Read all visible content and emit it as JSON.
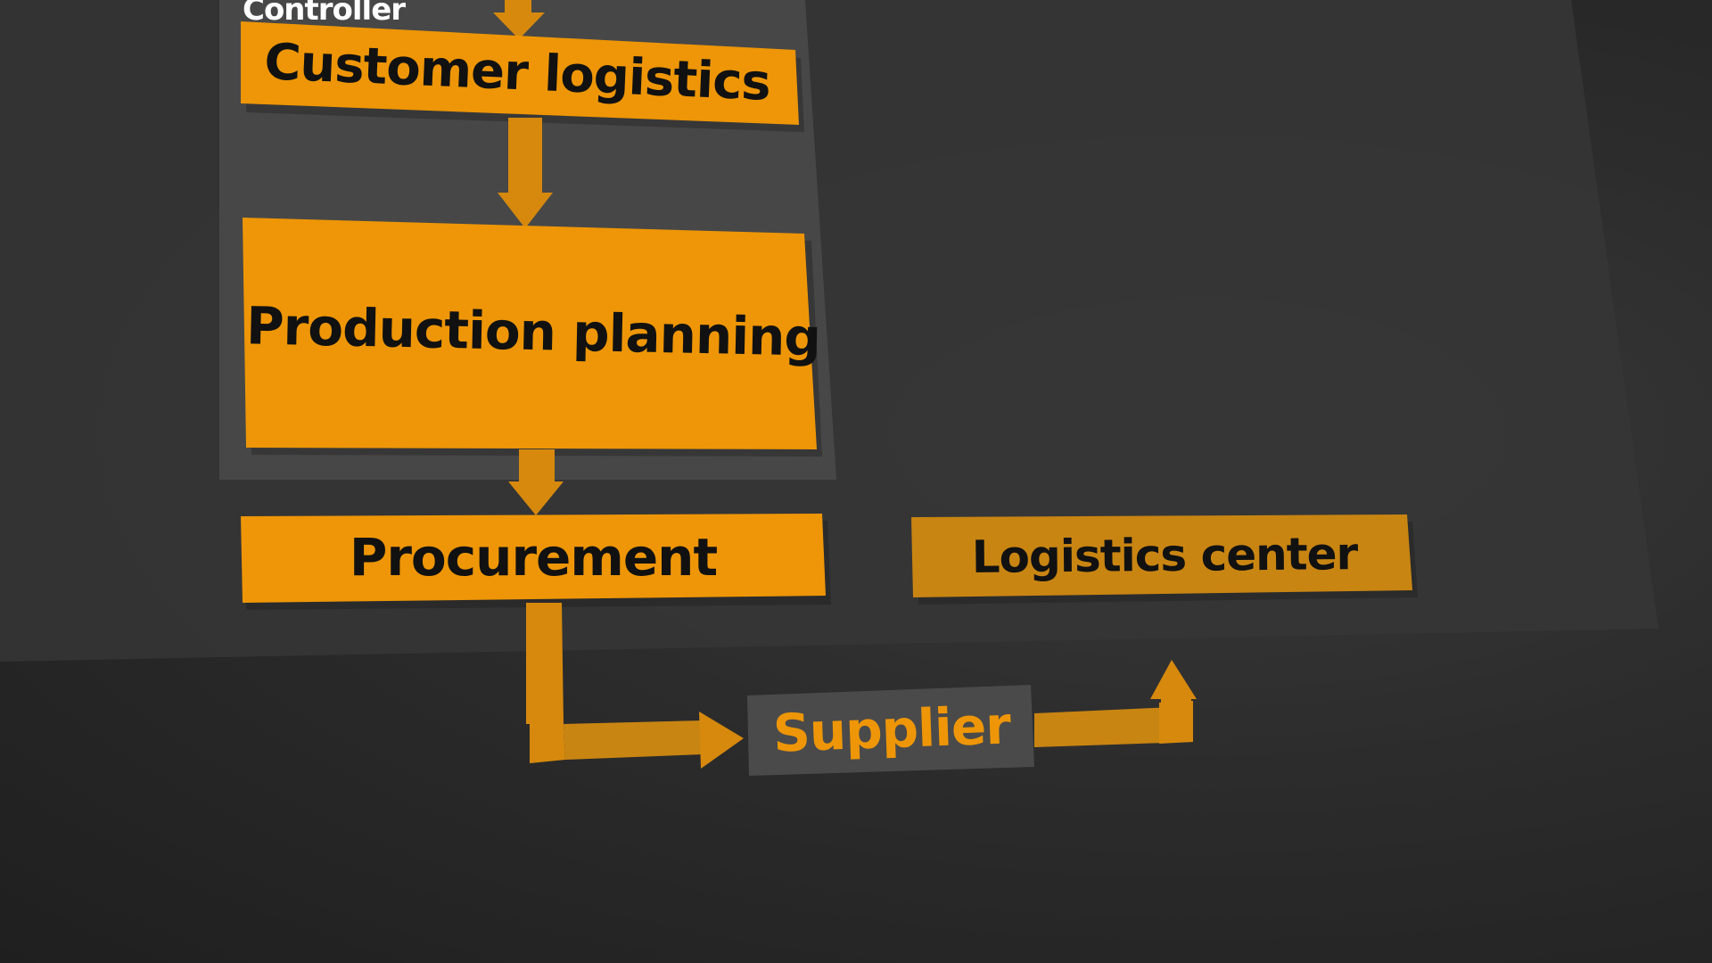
{
  "diagram": {
    "group_label": "Controller",
    "nodes": {
      "customer_logistics": "Customer logistics",
      "production_planning": "Production planning",
      "procurement": "Procurement",
      "logistics_center": "Logistics center",
      "supplier": "Supplier"
    }
  },
  "colors": {
    "accent": "#EE9607",
    "accent_dim": "#C98512",
    "accent_arrow": "#D6890D",
    "text_dark": "#111111",
    "panel_outer": "#3a3a3a",
    "panel_inner": "#474747",
    "supplier_box": "#4a4a4a"
  }
}
